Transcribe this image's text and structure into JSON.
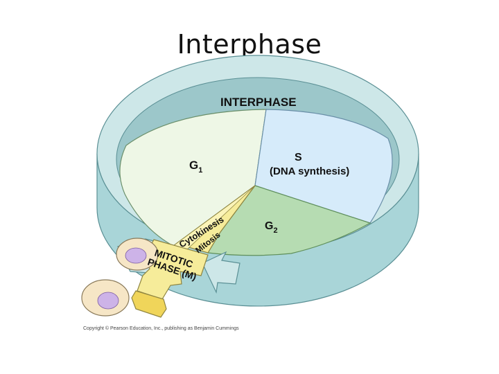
{
  "slide": {
    "title": "Interphase"
  },
  "diagram": {
    "ring_label": "INTERPHASE",
    "phases": [
      {
        "name": "G",
        "subscript": "1",
        "color": "#eef7e6"
      },
      {
        "name": "S",
        "detail": "(DNA synthesis)",
        "color": "#d6ebfa"
      },
      {
        "name": "G",
        "subscript": "2",
        "color": "#b6dcb2"
      }
    ],
    "mitotic": {
      "label_line1": "MITOTIC",
      "label_line2": "PHASE (M)",
      "cytokinesis": "Cytokinesis",
      "mitosis": "Mitosis",
      "color": "#f6ec9a"
    },
    "ring_color": "#cde7e8",
    "ring_side_color": "#a9d5d8",
    "copyright": "Copyright © Pearson Education, Inc., publishing as Benjamin Cummings"
  }
}
